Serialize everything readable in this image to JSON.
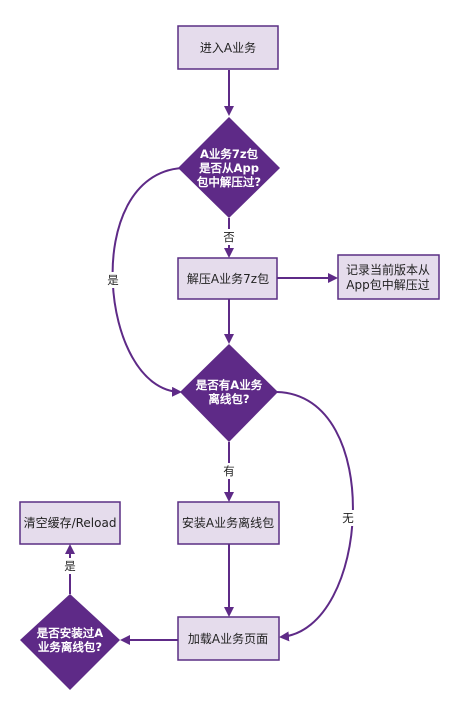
{
  "colors": {
    "box_fill": "#e5dcec",
    "box_stroke": "#5a2f84",
    "diamond_fill": "#5e2a87",
    "arrow": "#5e2a87",
    "text_dark": "#222222",
    "text_light": "#ffffff"
  },
  "nodes": {
    "enter": "进入A业务",
    "check_7z": [
      "A业务7z包",
      "是否从App",
      "包中解压过?"
    ],
    "unzip": "解压A业务7z包",
    "record": [
      "记录当前版本从",
      "App包中解压过"
    ],
    "has_offline": [
      "是否有A业务",
      "离线包?"
    ],
    "install": "安装A业务离线包",
    "load": "加载A业务页面",
    "installed_check": [
      "是否安装过A",
      "业务离线包?"
    ],
    "clear_cache": "清空缓存/Reload"
  },
  "edges": {
    "no": "否",
    "yes": "是",
    "has": "有",
    "none": "无",
    "yes2": "是"
  }
}
